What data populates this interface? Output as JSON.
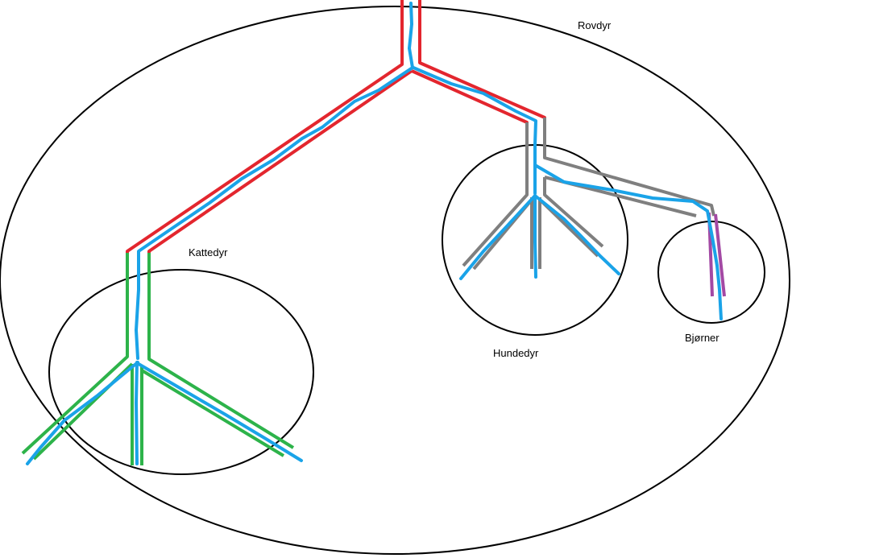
{
  "labels": {
    "rovdyr": "Rovdyr",
    "kattedyr": "Kattedyr",
    "hundedyr": "Hundedyr",
    "bjorner": "Bjørner"
  },
  "colors": {
    "outline": "#000000",
    "rovdyr_branch": "#e3262e",
    "kattedyr_branch": "#2db34a",
    "hundedyr_branch": "#7f7f7f",
    "bjorner_branch": "#a349a4",
    "lineage": "#1aa3e8"
  }
}
